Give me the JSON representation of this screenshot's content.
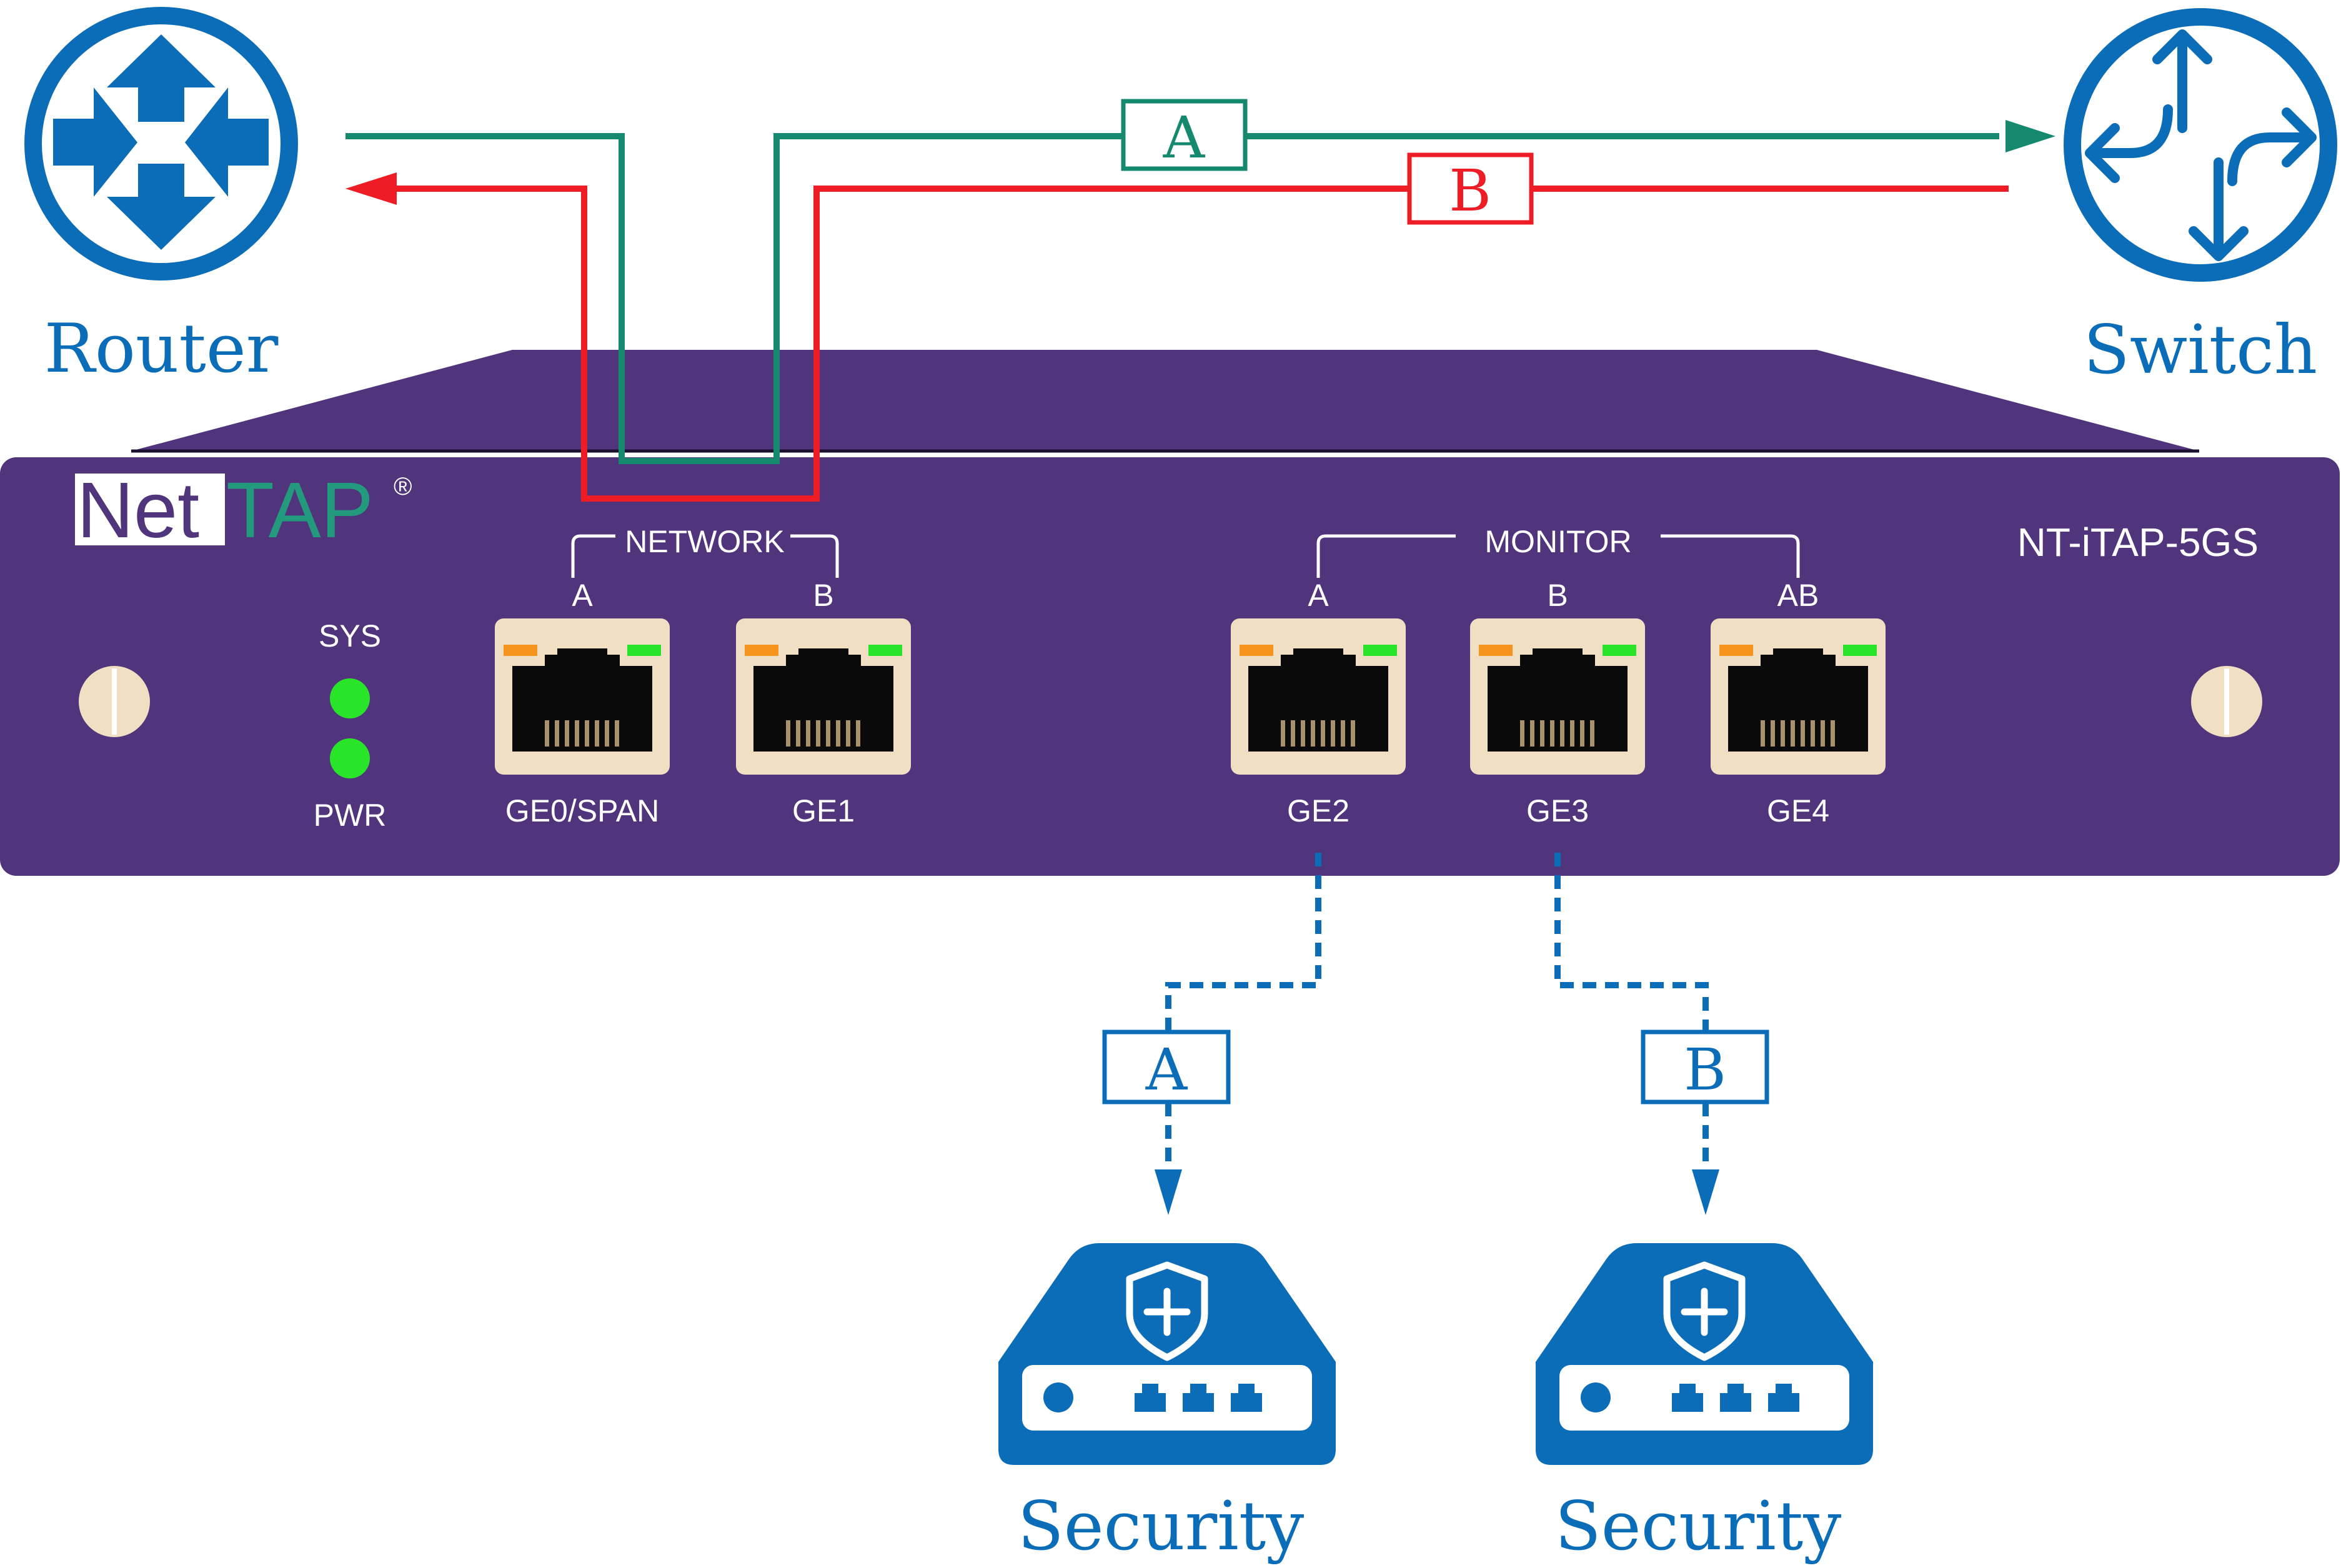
{
  "colors": {
    "device": "#50357c",
    "icon_blue": "#0b6db8",
    "green_line": "#14896e",
    "red_line": "#ee1c24",
    "led": "#29e529",
    "port_frame": "#f0dfc2"
  },
  "nodes": {
    "router": {
      "label": "Router",
      "icon": "router-icon"
    },
    "switch": {
      "label": "Switch",
      "icon": "switch-icon"
    },
    "security_a": {
      "label": "Security",
      "icon": "security-appliance-icon"
    },
    "security_b": {
      "label": "Security",
      "icon": "security-appliance-icon"
    }
  },
  "streams": {
    "a": "A",
    "b": "B",
    "mon_a": "A",
    "mon_b": "B"
  },
  "device": {
    "brand_net": "Net",
    "brand_tap": "TAP",
    "brand_reg": "®",
    "model": "NT-iTAP-5GS",
    "led_sys": "SYS",
    "led_pwr": "PWR",
    "network_group": "NETWORK",
    "monitor_group": "MONITOR",
    "ports": [
      {
        "top": "A",
        "bottom": "GE0/SPAN"
      },
      {
        "top": "B",
        "bottom": "GE1"
      },
      {
        "top": "A",
        "bottom": "GE2"
      },
      {
        "top": "B",
        "bottom": "GE3"
      },
      {
        "top": "AB",
        "bottom": "GE4"
      }
    ]
  }
}
